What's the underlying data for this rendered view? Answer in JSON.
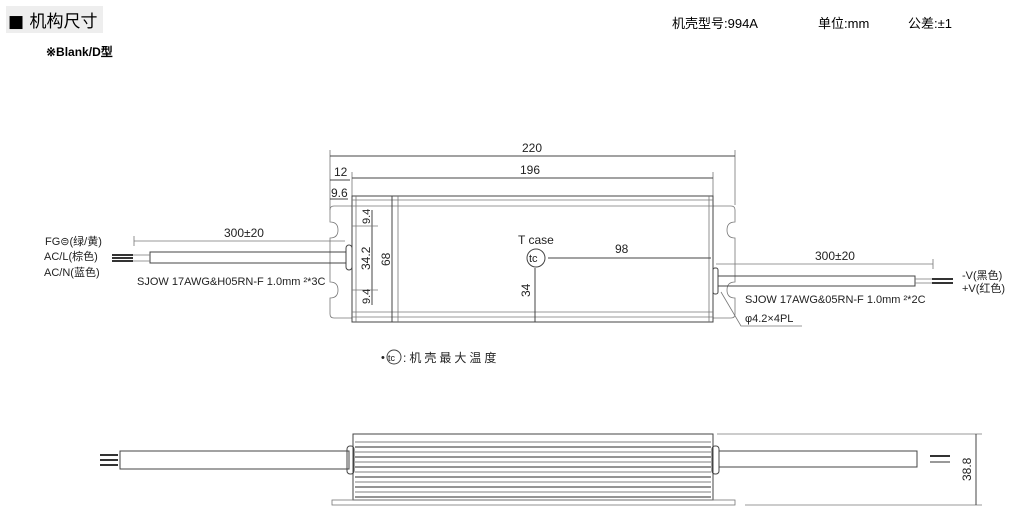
{
  "header": {
    "title": "■ 机构尺寸",
    "case_model": "机壳型号:994A",
    "unit": "单位:mm",
    "tolerance": "公差:±1",
    "variant": "※Blank/D型"
  },
  "top_view": {
    "dim_overall": "220",
    "dim_body": "196",
    "dim_flange": "12",
    "dim_slot": "9.6",
    "dim_slot_top": "9.4",
    "dim_slot_mid": "34.2",
    "dim_slot_bottom": "9.4",
    "dim_height": "68",
    "tcase_label": "T case",
    "tc_symbol": "tc",
    "dim_tc_x": "98",
    "dim_tc_y": "34",
    "input_cable_length": "300±20",
    "output_cable_length": "300±20",
    "input_wires": [
      "FG⊜(绿/黄)",
      "AC/L(棕色)",
      "AC/N(蓝色)"
    ],
    "output_wires": [
      "-V(黑色)",
      "+V(红色)"
    ],
    "input_cable_spec": "SJOW 17AWG&H05RN-F 1.0mm ²*3C",
    "output_cable_spec": "SJOW 17AWG&05RN-F 1.0mm ²*2C",
    "mount_hole": "φ4.2×4PL",
    "legend_bullet": "•",
    "legend_text": ":机壳最大温度"
  },
  "side_view": {
    "dim_height": "38.8"
  }
}
